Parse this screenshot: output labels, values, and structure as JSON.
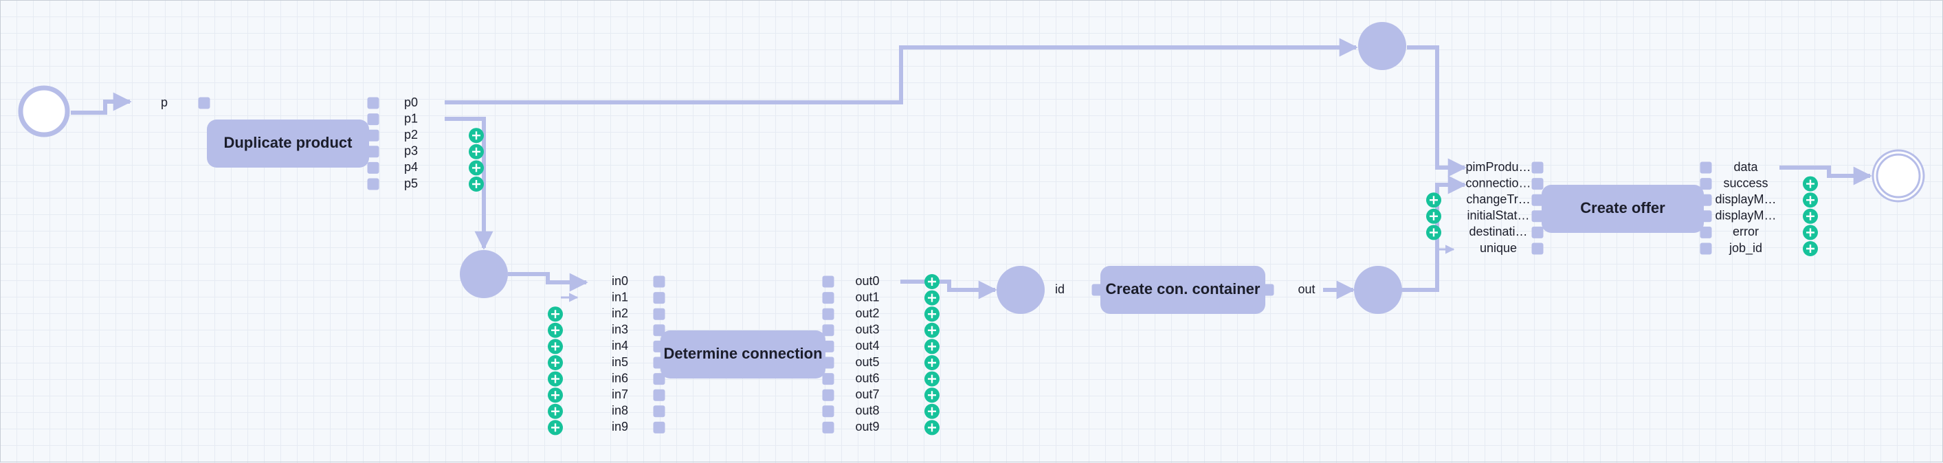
{
  "colors": {
    "node": "#b6bde8",
    "port": "#b6bde8",
    "edge": "#b6bde8",
    "add": "#16c29a"
  },
  "events": {
    "start": "start-event",
    "end": "end-event"
  },
  "nodes": {
    "duplicate_product": {
      "title": "Duplicate product",
      "inputs": [
        "p"
      ],
      "outputs": [
        "p0",
        "p1",
        "p2",
        "p3",
        "p4",
        "p5"
      ]
    },
    "determine_connection": {
      "title": "Determine connection",
      "inputs": [
        "in0",
        "in1",
        "in2",
        "in3",
        "in4",
        "in5",
        "in6",
        "in7",
        "in8",
        "in9"
      ],
      "outputs": [
        "out0",
        "out1",
        "out2",
        "out3",
        "out4",
        "out5",
        "out6",
        "out7",
        "out8",
        "out9"
      ]
    },
    "create_container": {
      "title": "Create con. container",
      "inputs": [
        "id"
      ],
      "outputs": [
        "out"
      ]
    },
    "create_offer": {
      "title": "Create offer",
      "inputs": [
        "pimProdu…",
        "connectio…",
        "changeTr…",
        "initialStat…",
        "destinati…",
        "unique"
      ],
      "outputs": [
        "data",
        "success",
        "displayM…",
        "displayM…",
        "error",
        "job_id"
      ]
    }
  }
}
